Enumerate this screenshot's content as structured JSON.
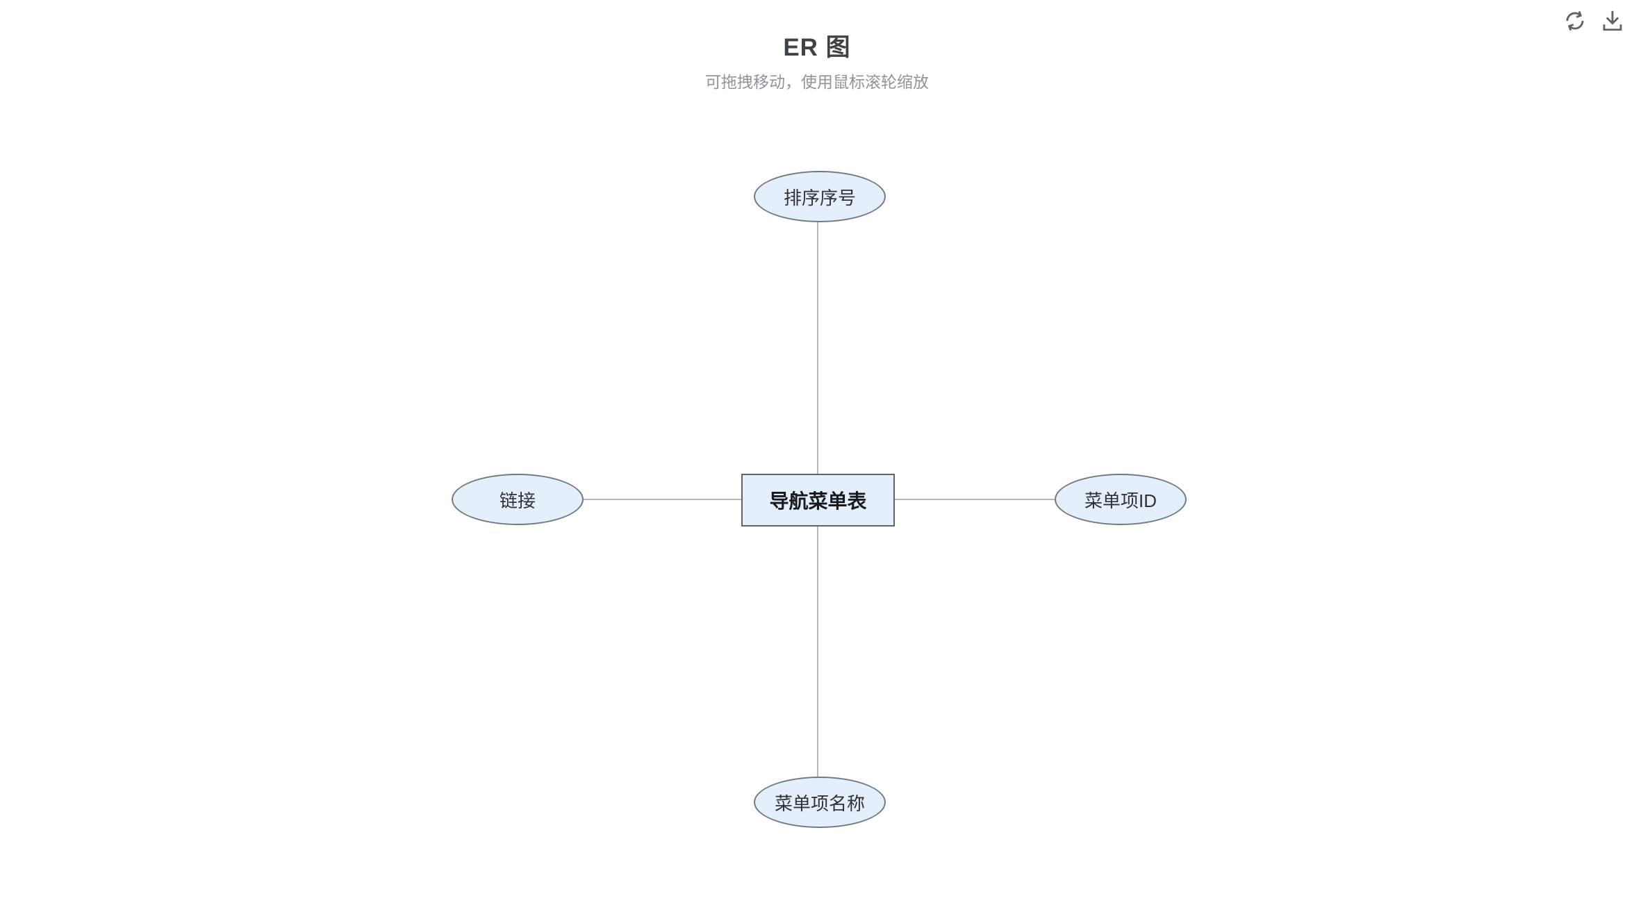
{
  "header": {
    "title": "ER 图",
    "subtitle": "可拖拽移动，使用鼠标滚轮缩放"
  },
  "toolbar": {
    "icons": [
      "refresh-icon",
      "download-icon"
    ]
  },
  "diagram": {
    "entity": {
      "label": "导航菜单表",
      "shape": "rectangle"
    },
    "attributes": [
      {
        "label": "排序序号",
        "position": "top",
        "shape": "ellipse"
      },
      {
        "label": "菜单项ID",
        "position": "right",
        "shape": "ellipse"
      },
      {
        "label": "菜单项名称",
        "position": "bottom",
        "shape": "ellipse"
      },
      {
        "label": "链接",
        "position": "left",
        "shape": "ellipse"
      }
    ],
    "colors": {
      "node_fill": "#e5effb",
      "entity_border": "#5c6268",
      "attribute_border": "#707880",
      "connector": "#b6b6b6",
      "title_text": "#3f4347",
      "subtitle_text": "#8f949b",
      "icon": "#606266"
    }
  }
}
